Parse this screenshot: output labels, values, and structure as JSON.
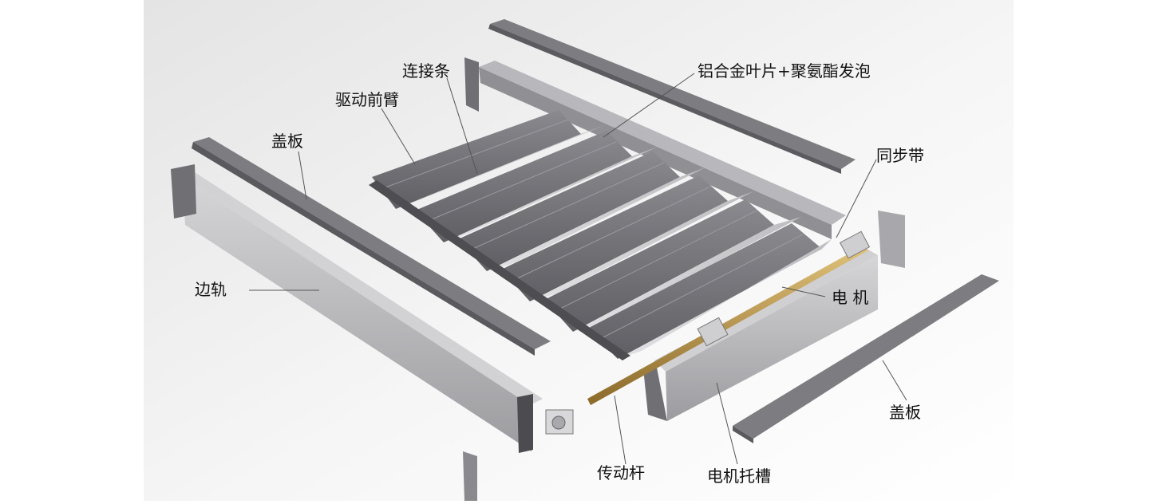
{
  "labels": {
    "connector_strip": "连接条",
    "drive_front_arm": "驱动前臂",
    "louver_blade": "铝合金叶片+聚氨酯发泡",
    "cover_plate_left": "盖板",
    "side_rail": "边轨",
    "timing_belt": "同步带",
    "motor": "电 机",
    "cover_plate_right": "盖板",
    "drive_rod": "传动杆",
    "motor_tray": "电机托槽"
  },
  "colors": {
    "aluminum_light": "#c9c9cb",
    "aluminum_mid": "#a3a3a7",
    "aluminum_dark": "#6f6f74",
    "cover_plate": "#7d7d81",
    "drive_rod": "#b08a3e",
    "leader_line": "#555555"
  }
}
